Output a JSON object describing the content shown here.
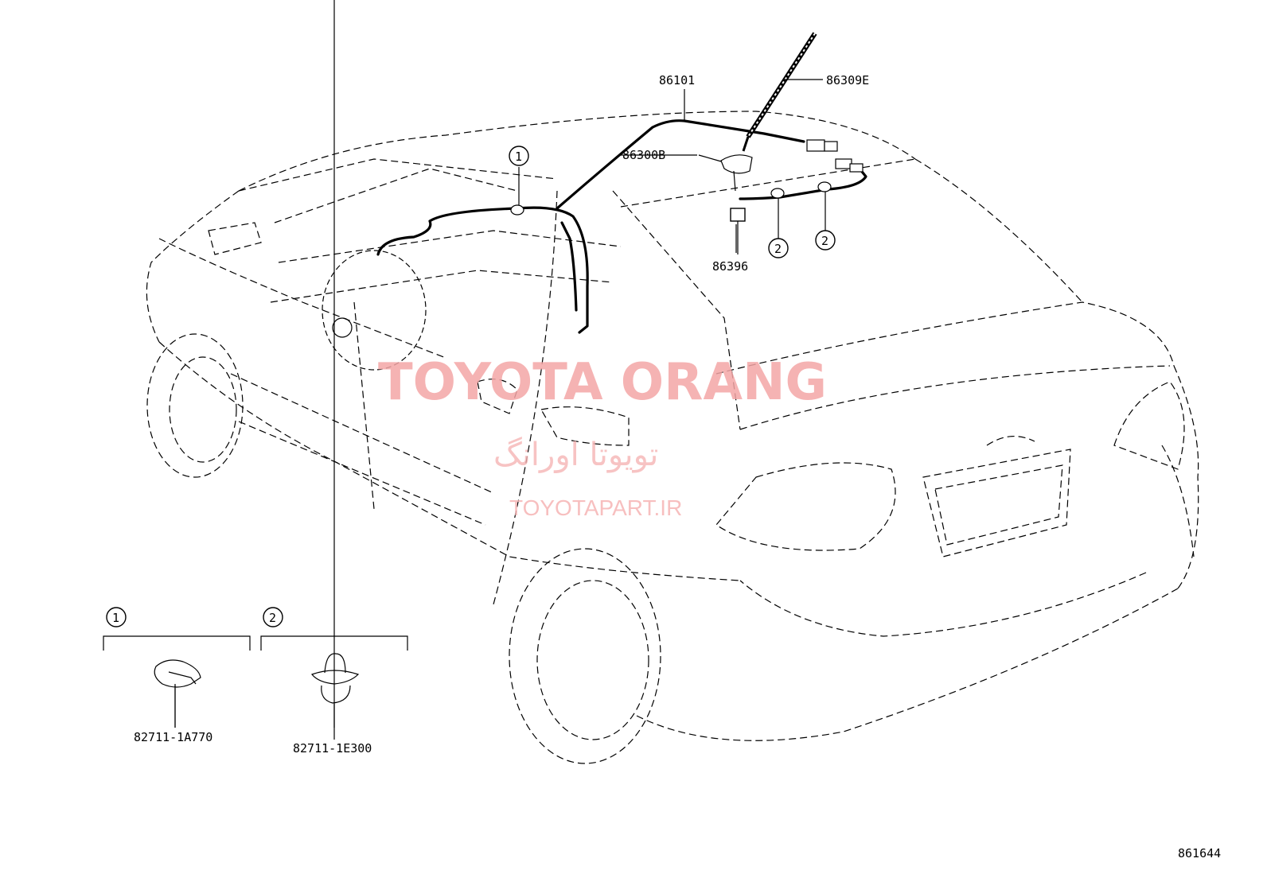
{
  "diagram": {
    "callouts": {
      "cable": "86101",
      "antenna_rod": "86309E",
      "antenna_base": "86300B",
      "grommet": "86396",
      "figure_code": "861644"
    },
    "clip_markers": [
      "1",
      "2",
      "2"
    ],
    "legend": [
      {
        "number": "1",
        "part_no": "82711-1A770"
      },
      {
        "number": "2",
        "part_no": "82711-1E300"
      }
    ]
  },
  "watermark": {
    "brand": "TOYOTA ORANG",
    "persian": "تویوتا اورانگ",
    "site": "TOYOTAPART.IR"
  },
  "colors": {
    "line": "#000000",
    "watermark": "#f4a6a6",
    "background": "#ffffff"
  }
}
